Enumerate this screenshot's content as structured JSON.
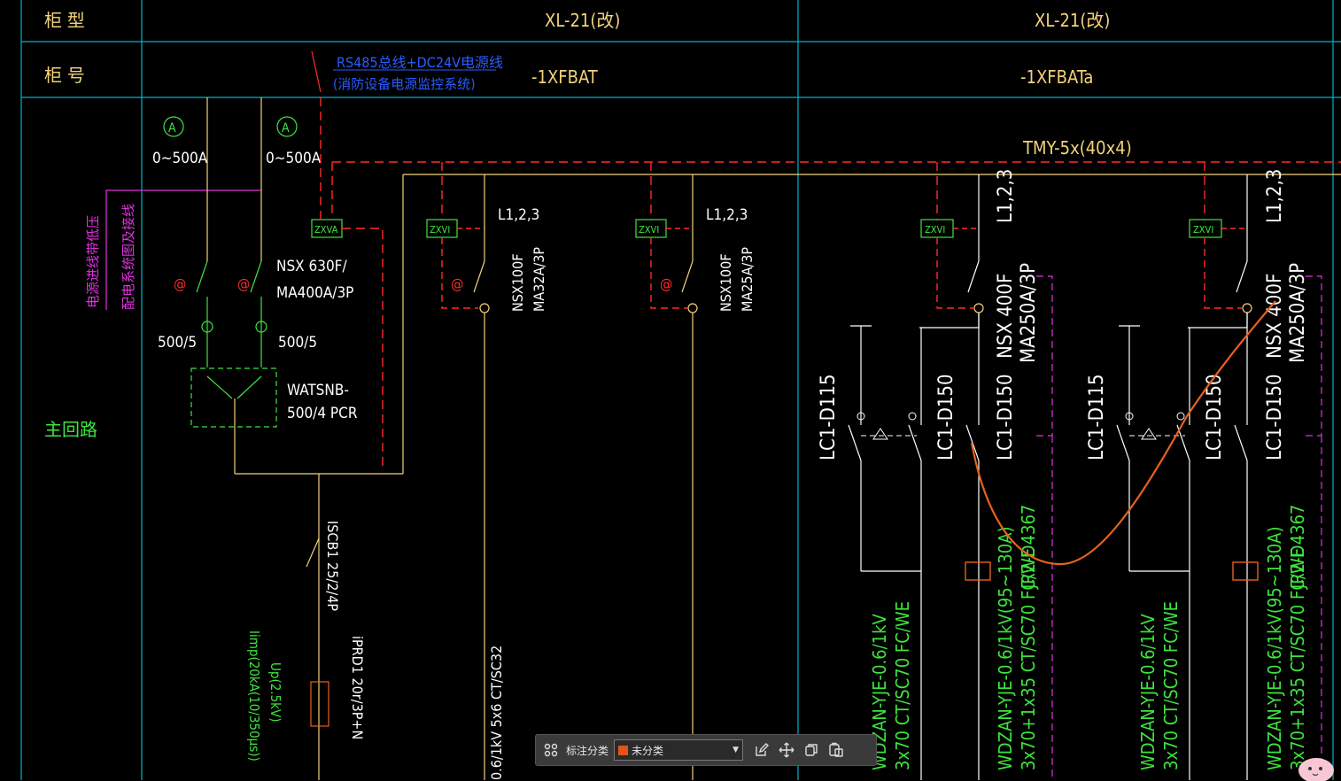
{
  "header": {
    "row1_label": "柜  型",
    "row2_label": "柜  号",
    "cabinet_type_1": "XL-21(改)",
    "cabinet_type_2": "XL-21(改)",
    "cabinet_no_1": "-1XFBAT",
    "cabinet_no_2": "-1XFBATa"
  },
  "left_label": "主回路",
  "annotations": {
    "rs485_line1": "RS485总线+DC24V电源线",
    "rs485_line2": "(消防设备电源监控系统)",
    "busbar": "TMY-5x(40x4)",
    "side_note_1": "电源进线带低压",
    "side_note_2": "配电系统图及接线"
  },
  "incoming": {
    "ammeter_symbol": "A",
    "ammeter_range_1": "0~500A",
    "ammeter_range_2": "0~500A",
    "monitor_box": "ZXVA",
    "breaker": "NSX 630F/",
    "breaker_2": "MA400A/3P",
    "ct_1": "500/5",
    "ct_2": "500/5",
    "ats_1": "WATSNB-",
    "ats_2": "500/4 PCR",
    "fuse_1": "ISCB1 25/2/4P",
    "spd_1": "iPRD1 20r/3P+N",
    "spd_2": "Iimp(20kA(10/350μs))",
    "spd_3": "Up(2.5kV)",
    "cable": "0.6/1kV 5x6  CT/SC32"
  },
  "circuit_1": {
    "monitor": "ZXVI",
    "phases": "L1,2,3",
    "breaker_1": "NSX100F",
    "breaker_2": "MA32A/3P",
    "leak_symbol": "@"
  },
  "circuit_2": {
    "monitor": "ZXVI",
    "phases": "L1,2,3",
    "breaker_1": "NSX100F",
    "breaker_2": "MA25A/3P",
    "leak_symbol": "@"
  },
  "circuit_3": {
    "monitor": "ZXVI",
    "phases": "L1,2,3",
    "breaker_1": "NSX 400F",
    "breaker_2": "MA250A/3P",
    "contactor_1": "LC1-D115",
    "contactor_2": "LC1-D150",
    "contactor_3": "LC1-D150",
    "cable_1": "WDZAN-YJE-0.6/1kV",
    "cable_1b": "3x70  CT/SC70  FC/WE",
    "cable_2": "WDZAN-YJE-0.6/1kV(95~130A)",
    "cable_2b": "3x70+1x35  CT/SC70  FC/WE",
    "relay": "JR2-D4367"
  },
  "circuit_4": {
    "monitor": "ZXVI",
    "phases": "L1,2,3",
    "breaker_1": "NSX 400F",
    "breaker_2": "MA250A/3P",
    "contactor_1": "LC1-D115",
    "contactor_2": "LC1-D150",
    "contactor_3": "LC1-D150",
    "cable_1": "WDZAN-YJE-0.6/1kV",
    "cable_1b": "3x70  CT/SC70  FC/WE",
    "cable_2": "WDZAN-YJE-0.6/1kV(95~130A)",
    "cable_2b": "3x70+1x35  CT/SC70  FC/WE",
    "relay": "JR2-D4367"
  },
  "toolbar": {
    "label": "标注分类",
    "selected": "未分类",
    "swatch_color": "#e2541b"
  },
  "colors": {
    "grid": "#00b4c8",
    "yellow": "#f2d27a",
    "red": "#ff2a2a",
    "green": "#3ee43e",
    "magenta": "#e032e0",
    "blue": "#2a5cff",
    "orange": "#e8621c"
  }
}
